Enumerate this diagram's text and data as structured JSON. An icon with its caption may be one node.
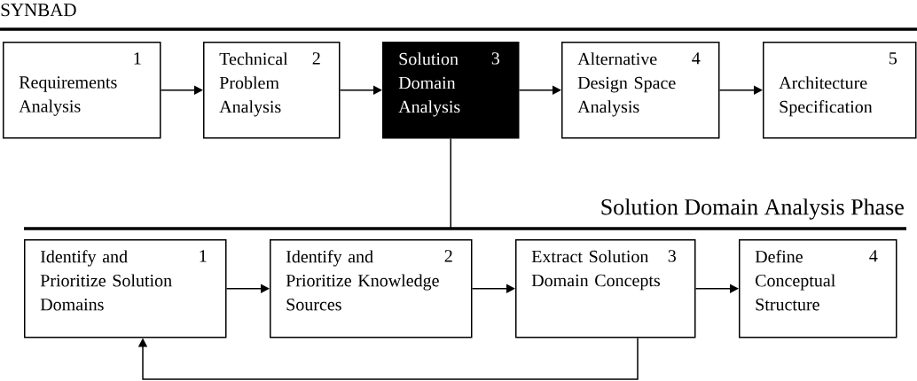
{
  "diagram": {
    "title": "SYNBAD",
    "nodes": [
      {
        "text": [
          "Requirements Analysis",
          "1"
        ]
      },
      {
        "text": [
          "Technical Problem Analysis",
          "2"
        ]
      },
      {
        "text": [
          "Solution Domain Analysis",
          "3"
        ]
      },
      {
        "text": [
          "Alternative Design Space Analysis",
          "4"
        ]
      },
      {
        "text": [
          "Architecture Specification",
          "5"
        ]
      },
      {
        "text": [
          "Solution Domain Analysis Phase"
        ]
      },
      {
        "text": [
          "Identify and Prioritize Solution Domains",
          "1"
        ]
      },
      {
        "text": [
          "Identify and Prioritize Knowledge Sources",
          "2"
        ]
      },
      {
        "text": [
          "Extract Solution Domain Concepts",
          "3"
        ]
      },
      {
        "text": [
          "Define Conceptual Structure",
          "4"
        ]
      }
    ],
    "edges": [
      {
        "from": 0,
        "to": 1,
        "arrow": "to"
      },
      {
        "from": 1,
        "to": 2,
        "arrow": "to"
      },
      {
        "from": 2,
        "to": 3,
        "arrow": "to"
      },
      {
        "from": 3,
        "to": 4,
        "arrow": "to"
      },
      {
        "from": 2,
        "to": 5,
        "arrow": "none"
      },
      {
        "from": 6,
        "to": 7,
        "arrow": "to"
      },
      {
        "from": 7,
        "to": 8,
        "arrow": "to"
      },
      {
        "from": 8,
        "to": 9,
        "arrow": "to"
      },
      {
        "from": 8,
        "to": 6,
        "arrow": "to"
      }
    ]
  }
}
